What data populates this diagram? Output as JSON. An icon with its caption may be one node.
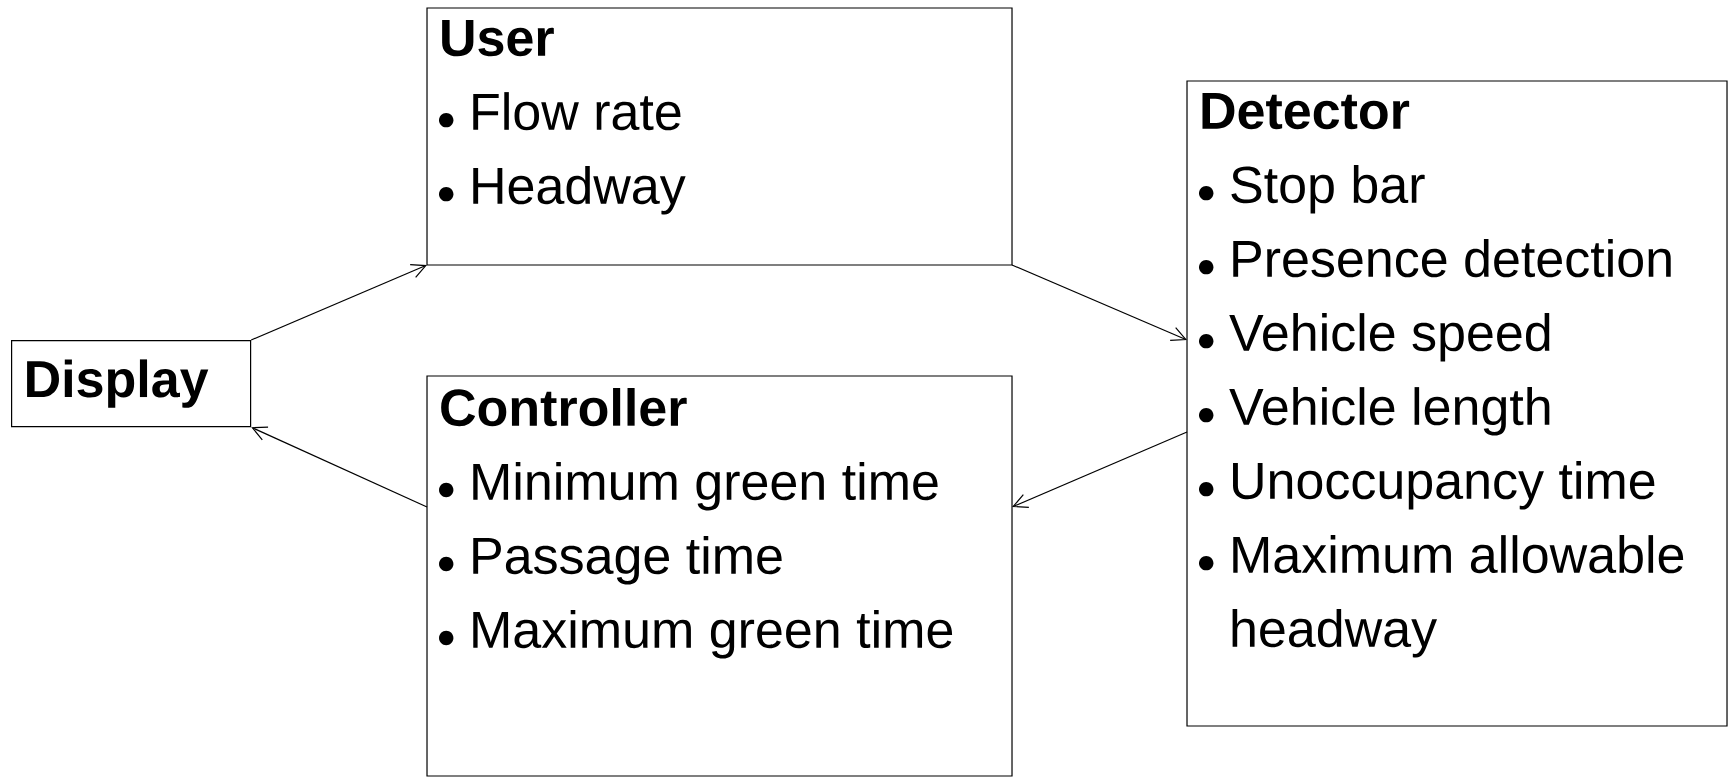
{
  "diagram": {
    "nodes": [
      {
        "text": [
          "Display"
        ]
      },
      {
        "text": [
          "User",
          "Flow rate",
          "Headway"
        ]
      },
      {
        "text": [
          "Controller",
          "Minimum green time",
          "Passage time",
          "Maximum green time"
        ]
      },
      {
        "text": [
          "Detector",
          "Stop bar",
          "Presence detection",
          "Vehicle speed",
          "Vehicle length",
          "Unoccupancy time",
          "Maximum allowable headway"
        ]
      }
    ],
    "edges": [
      {
        "from": 0,
        "to": 1,
        "arrow": "to"
      },
      {
        "from": 1,
        "to": 3,
        "arrow": "to"
      },
      {
        "from": 3,
        "to": 2,
        "arrow": "to"
      },
      {
        "from": 2,
        "to": 0,
        "arrow": "to"
      }
    ]
  }
}
